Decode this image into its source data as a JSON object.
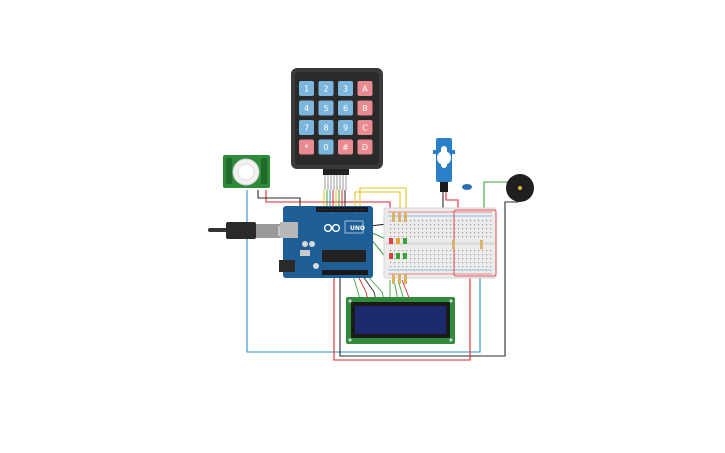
{
  "keypad": {
    "keys": [
      [
        "1",
        "2",
        "3",
        "A"
      ],
      [
        "4",
        "5",
        "6",
        "B"
      ],
      [
        "7",
        "8",
        "9",
        "C"
      ],
      [
        "*",
        "0",
        "#",
        "D"
      ]
    ]
  },
  "arduino": {
    "brand": "UNO"
  },
  "colors": {
    "wire_red": "#e0262b",
    "wire_blue": "#2a8fc9",
    "wire_black": "#2b2b2b",
    "wire_green": "#3aa43a",
    "wire_yellow": "#e4c21a",
    "board_blue": "#1f5f97",
    "breadboard": "#ececec",
    "lcd_screen": "#1b2a6b",
    "lcd_pcb": "#2f8a3a"
  }
}
